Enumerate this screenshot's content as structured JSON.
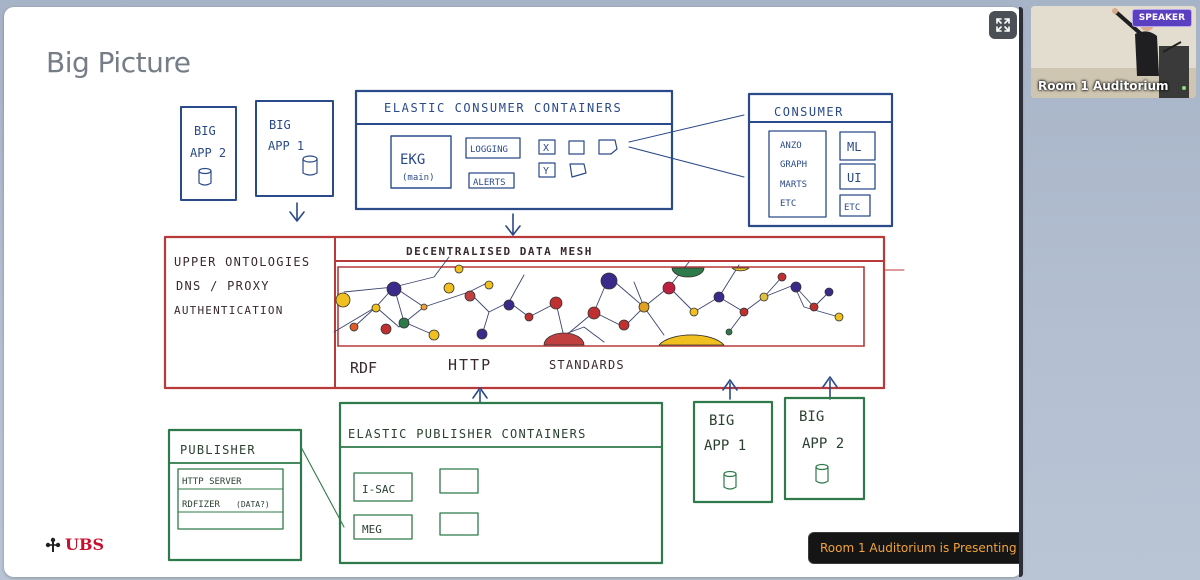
{
  "slide": {
    "title": "Big Picture",
    "logo_text": "UBS",
    "expand_icon": "fullscreen-icon"
  },
  "sketch": {
    "app_left_a": [
      "BIG",
      "APP 2"
    ],
    "app_left_b": [
      "BIG",
      "APP 1"
    ],
    "consumer_containers": {
      "title": "ELASTIC CONSUMER CONTAINERS",
      "ekg": "EKG",
      "ekg_sub": "(main)",
      "logging": "LOGGING",
      "alerts": "ALERTS",
      "mark_x": "X",
      "mark_y": "Y"
    },
    "consumer": {
      "title": "CONSUMER",
      "items": [
        "ANZO",
        "GRAPH",
        "MARTS",
        "ETC"
      ],
      "ml": "ML",
      "ui": "UI",
      "etc": "ETC"
    },
    "mesh": {
      "left_lines": [
        "UPPER ONTOLOGIES",
        "DNS / PROXY",
        "AUTHENTICATION"
      ],
      "title": "DECENTRALISED DATA MESH",
      "standards": [
        "RDF",
        "HTTP",
        "STANDARDS"
      ]
    },
    "publisher": {
      "title": "PUBLISHER",
      "items": [
        "HTTP SERVER",
        "RDFIZER",
        "(DATA?)"
      ]
    },
    "publisher_containers": {
      "title": "ELASTIC PUBLISHER CONTAINERS",
      "items": [
        "I-SAC",
        "MEG"
      ]
    },
    "app_right_a": [
      "BIG",
      "APP 1"
    ],
    "app_right_b": [
      "BIG",
      "APP 2"
    ]
  },
  "presenting": {
    "message": "Room 1 Auditorium is Presenting"
  },
  "speaker": {
    "badge": "SPEAKER",
    "name": "Room 1 Auditorium"
  },
  "colors": {
    "presenting_text": "#f2a33a",
    "speaker_badge": "#5a3fc0",
    "logo_red": "#c8102e",
    "sketch_blue": "#2a4a8a",
    "sketch_red": "#b83a3a",
    "sketch_green": "#2f7a4a"
  }
}
